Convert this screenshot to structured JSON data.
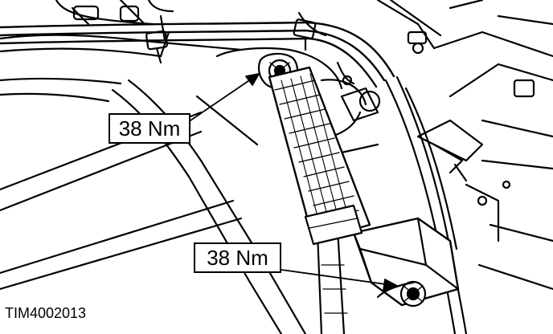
{
  "callouts": {
    "upper_torque": "38 Nm",
    "lower_torque": "38 Nm"
  },
  "figure_reference": "TIM4002013",
  "colors": {
    "ink": "#000000",
    "paper": "#ffffff"
  }
}
